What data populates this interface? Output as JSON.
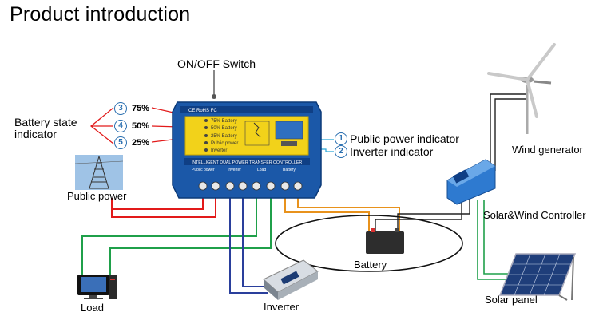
{
  "title": "Product introduction",
  "labels": {
    "onoff_switch": "ON/OFF Switch",
    "battery_state": "Battery state\nindicator",
    "public_power_indicator": "Public power indicator",
    "inverter_indicator": "Inverter indicator",
    "wind_generator": "Wind generator",
    "solar_wind_controller": "Solar&Wind Controller",
    "public_power": "Public power",
    "battery": "Battery",
    "load": "Load",
    "inverter": "Inverter",
    "solar_panel": "Solar panel"
  },
  "indicators": [
    {
      "num": "3",
      "pct": "75%"
    },
    {
      "num": "4",
      "pct": "50%"
    },
    {
      "num": "5",
      "pct": "25%"
    }
  ],
  "callouts": [
    {
      "num": "1",
      "text": "Public power indicator"
    },
    {
      "num": "2",
      "text": "Inverter indicator"
    }
  ],
  "device": {
    "panel_rows": [
      "75% Battery",
      "50% Battery",
      "25% Battery",
      "Public power",
      "Inverter"
    ],
    "banner": "INTELLIGENT DUAL POWER TRANSFER CONTROLLER",
    "terminal_groups": [
      "Public power",
      "Inverter",
      "Load",
      "Battery"
    ],
    "cert": "CE RoHS FC"
  },
  "colors": {
    "red_wire": "#e21a1a",
    "green_wire": "#1fa04a",
    "blue_wire": "#2a3f9c",
    "orange_wire": "#e8921c",
    "callout_line": "#2aa6d8",
    "panel_yellow": "#f2d21a",
    "device_blue": "#1b58a8"
  }
}
